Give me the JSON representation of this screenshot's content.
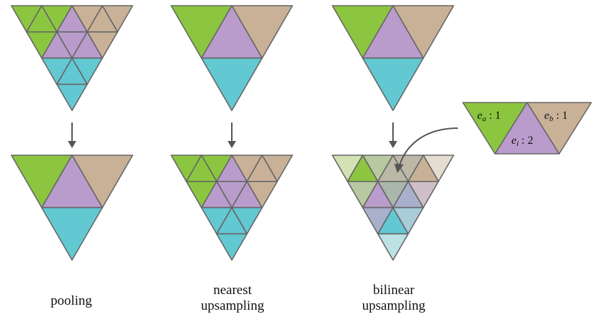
{
  "captions": {
    "pooling": [
      "pooling"
    ],
    "nearest": [
      "nearest",
      "upsampling"
    ],
    "bilinear": [
      "bilinear",
      "upsampling"
    ]
  },
  "colors": {
    "green": "#8cc640",
    "tan": "#c8b197",
    "purple": "#b99ccc",
    "cyan": "#62c8d2",
    "light_green": "#d2e2b2",
    "olive": "#b8c8a0",
    "gray_tan": "#bcb8a8",
    "light_tan": "#e6dcd0",
    "gray_green": "#a9b6a9",
    "blue_gray": "#a8b0cc",
    "rose_gray": "#cfc0c8",
    "pale_blue": "#a8ccd8",
    "pale_cyan": "#bce2e6",
    "stroke": "#666666"
  },
  "inset": {
    "label_a": {
      "var": "e",
      "sub": "a",
      "val": ": 1"
    },
    "label_i": {
      "var": "e",
      "sub": "i",
      "val": ": 2"
    },
    "label_b": {
      "var": "e",
      "sub": "b",
      "val": ": 1"
    }
  }
}
